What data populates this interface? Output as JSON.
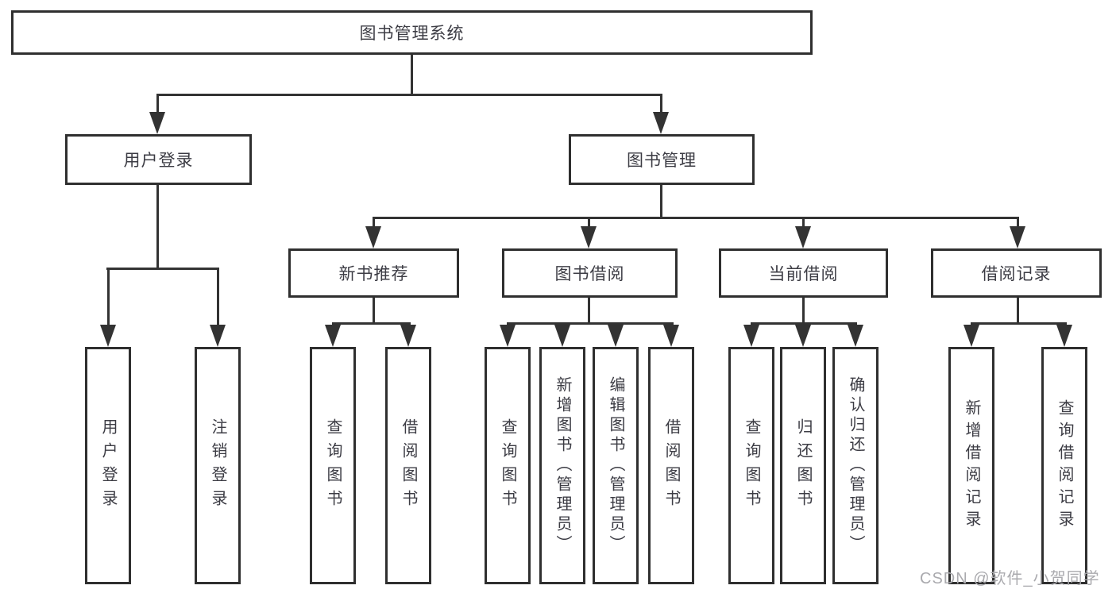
{
  "diagram": {
    "title": "图书管理系统",
    "nodes": {
      "root": "图书管理系统",
      "user_login": "用户登录",
      "book_mgmt": "图书管理",
      "new_book_rec": "新书推荐",
      "book_borrow": "图书借阅",
      "current_borrow": "当前借阅",
      "borrow_records": "借阅记录",
      "leaf_user_login": "用户登录",
      "leaf_logout": "注销登录",
      "leaf_nbr_query": "查询图书",
      "leaf_nbr_borrow": "借阅图书",
      "leaf_bb_query": "查询图书",
      "leaf_bb_add": "新增图书（管理员）",
      "leaf_bb_edit": "编辑图书（管理员）",
      "leaf_bb_borrow": "借阅图书",
      "leaf_cb_query": "查询图书",
      "leaf_cb_return": "归还图书",
      "leaf_cb_confirm": "确认归还（管理员）",
      "leaf_br_add": "新增借阅记录",
      "leaf_br_query": "查询借阅记录"
    },
    "watermark": "CSDN @软件_小贺同学",
    "colors": {
      "line": "#333333",
      "box_border": "#2f2f2f",
      "text": "#3c3c44",
      "watermark": "#aaaaae",
      "background": "#ffffff"
    }
  }
}
